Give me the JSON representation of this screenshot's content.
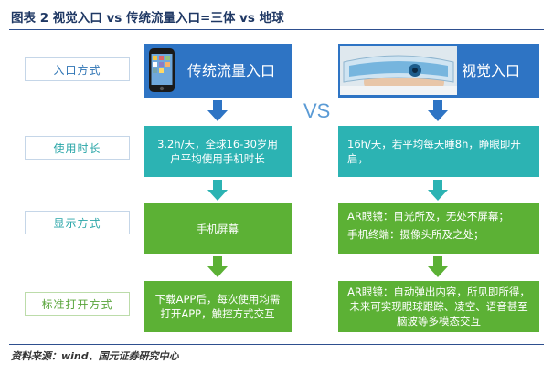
{
  "title": "图表 2 视觉入口 vs 传统流量入口=三体 vs 地球",
  "source": "资料来源：wind、国元证券研究中心",
  "vs": "VS",
  "rows": {
    "row1": {
      "label": "入口方式",
      "left": "传统流量入口",
      "right": "视觉入口"
    },
    "row2": {
      "label": "使用时长",
      "left": "3.2h/天，全球16-30岁用户平均使用手机时长",
      "right": "16h/天，若平均每天睡8h，睁眼即开启，"
    },
    "row3": {
      "label": "显示方式",
      "left": "手机屏幕",
      "right_line1": "AR眼镜：目光所及，无处不屏幕；",
      "right_line2": "手机终端：摄像头所及之处；"
    },
    "row4": {
      "label": "标准打开方式",
      "left": "下载APP后，每次使用均需打开APP，触控方式交互",
      "right": "AR眼镜：自动弹出内容，所见即所得，未来可实现眼球跟踪、凌空、语音甚至脑波等多模态交互"
    }
  },
  "colors": {
    "blue": "#2e74c4",
    "teal": "#2cb3b3",
    "green": "#5cb135",
    "title": "#1f3864"
  },
  "icons": {
    "left_image": "smartphone-icon",
    "right_image": "ar-goggles-icon"
  }
}
